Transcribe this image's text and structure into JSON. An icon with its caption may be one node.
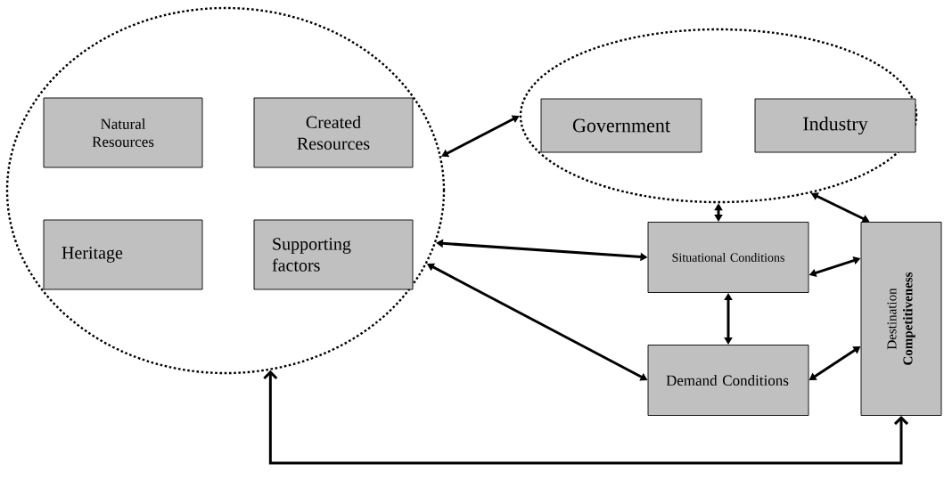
{
  "diagram": {
    "nodes": [
      {
        "text": [],
        "shape": "ellipse"
      },
      {
        "text": [
          "Natural Resources"
        ],
        "in": 0
      },
      {
        "text": [
          "Created Resources"
        ],
        "in": 0
      },
      {
        "text": [
          "Heritage"
        ],
        "in": 0
      },
      {
        "text": [
          "Supporting factors"
        ],
        "in": 0
      },
      {
        "text": [],
        "shape": "ellipse"
      },
      {
        "text": [
          "Government"
        ],
        "in": 5
      },
      {
        "text": [
          "Industry"
        ],
        "in": 5
      },
      {
        "text": [
          "Situational Conditions"
        ]
      },
      {
        "text": [
          "Demand Conditions"
        ]
      },
      {
        "text": [
          "Destination **Competitiveness**"
        ]
      }
    ],
    "edges": [
      {
        "from": 0,
        "to": 5,
        "arrow": "both"
      },
      {
        "from": 0,
        "to": 8,
        "arrow": "both"
      },
      {
        "from": 0,
        "to": 9,
        "arrow": "both"
      },
      {
        "from": 5,
        "to": 8,
        "arrow": "both"
      },
      {
        "from": 5,
        "to": 10,
        "arrow": "both"
      },
      {
        "from": 8,
        "to": 10,
        "arrow": "both"
      },
      {
        "from": 9,
        "to": 10,
        "arrow": "both"
      },
      {
        "from": 8,
        "to": 9,
        "arrow": "both"
      },
      {
        "from": 10,
        "to": 0,
        "arrow": "both"
      }
    ]
  }
}
